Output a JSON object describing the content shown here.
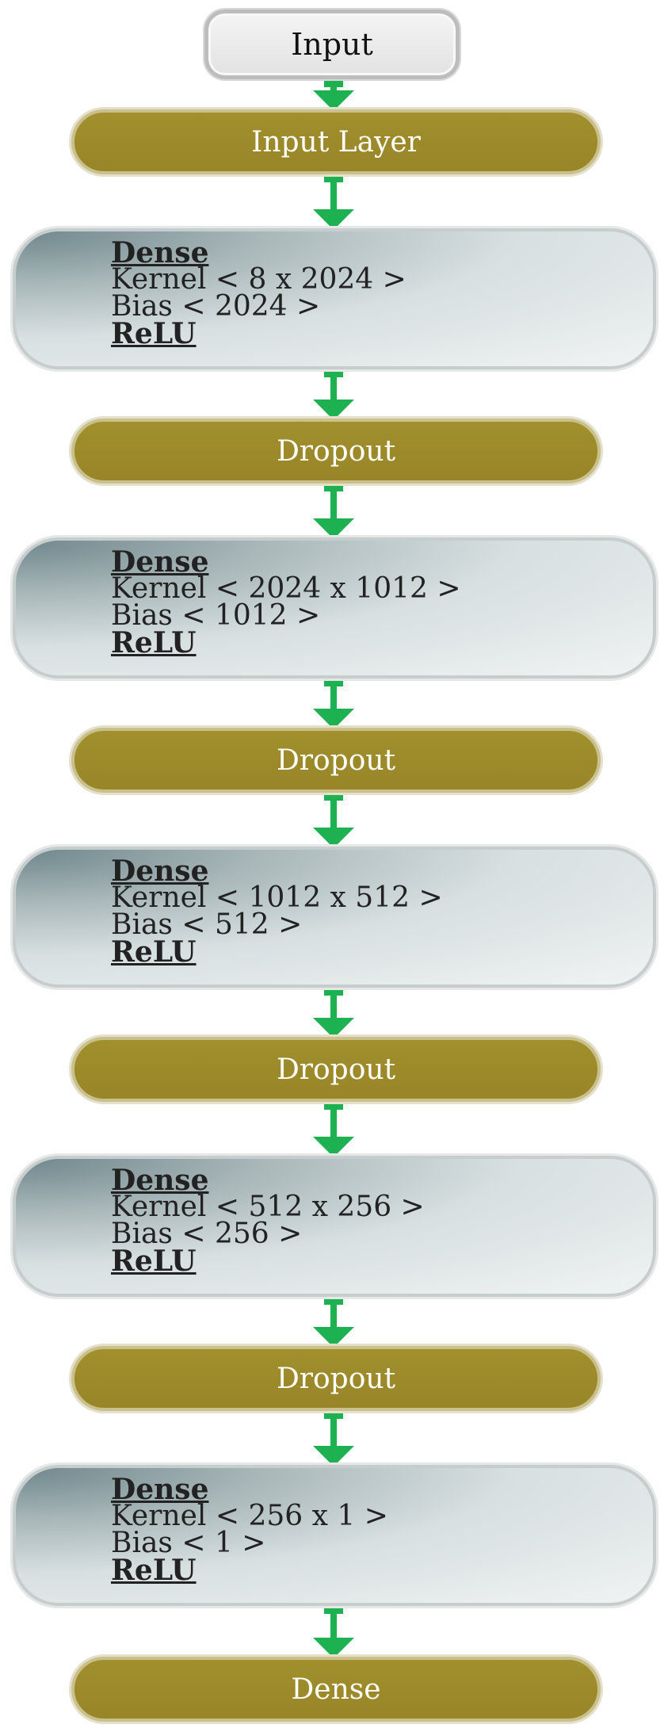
{
  "diagram": {
    "input": "Input",
    "input_layer": "Input Layer",
    "layers": [
      {
        "type": "Dense",
        "kernel": "Kernel < 8 x 2024 >",
        "bias": "Bias < 2024 >",
        "activation": "ReLU",
        "after": "Dropout"
      },
      {
        "type": "Dense",
        "kernel": "Kernel < 2024 x 1012 >",
        "bias": "Bias < 1012 >",
        "activation": "ReLU",
        "after": "Dropout"
      },
      {
        "type": "Dense",
        "kernel": "Kernel < 1012 x 512 >",
        "bias": "Bias < 512 >",
        "activation": "ReLU",
        "after": "Dropout"
      },
      {
        "type": "Dense",
        "kernel": "Kernel < 512 x 256 >",
        "bias": "Bias < 256 >",
        "activation": "ReLU",
        "after": "Dropout"
      },
      {
        "type": "Dense",
        "kernel": "Kernel < 256 x 1 >",
        "bias": "Bias < 1 >",
        "activation": "ReLU",
        "after": "Dense"
      }
    ],
    "colors": {
      "connector": "#1db151",
      "olive_node": "#9e8c2b",
      "dense_node": "#c4cfd1",
      "input_node": "#e8e8e8"
    }
  }
}
